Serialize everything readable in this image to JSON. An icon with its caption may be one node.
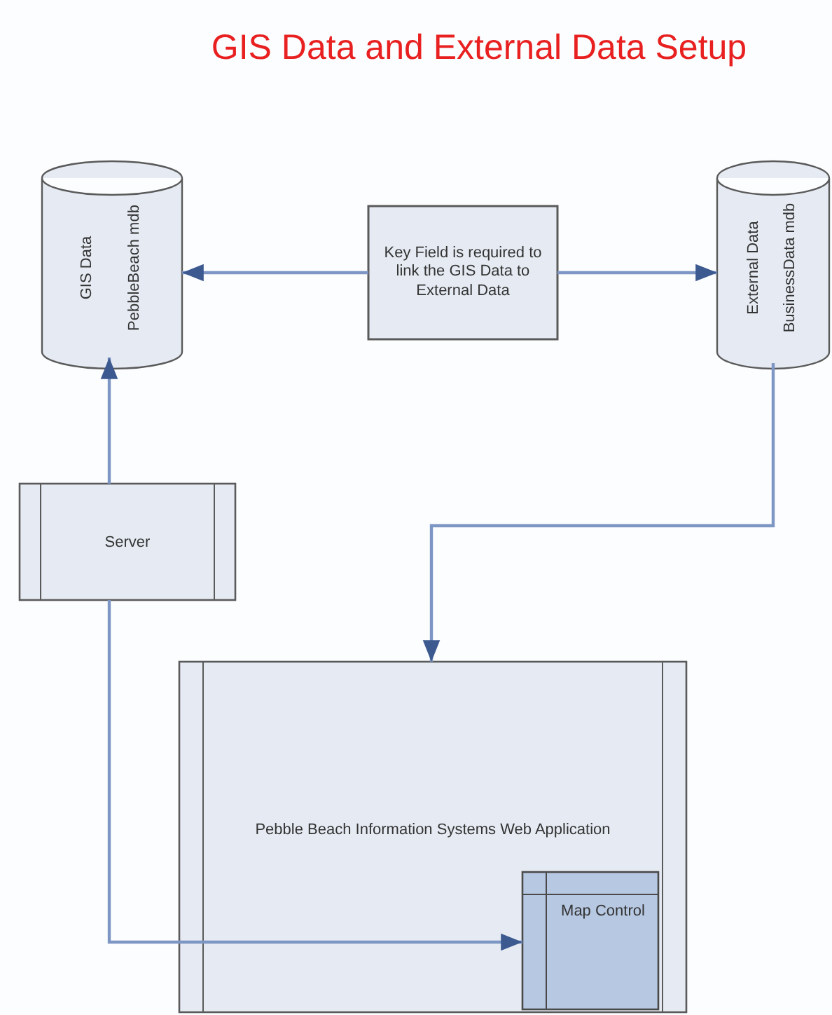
{
  "diagram": {
    "title": "GIS Data and External Data Setup",
    "nodes": [
      {
        "text": [
          "GIS Data",
          "PebbleBeach mdb"
        ]
      },
      {
        "text": [
          "Key Field is required to link the GIS Data to External Data"
        ]
      },
      {
        "text": [
          "External Data",
          "BusinessData mdb"
        ]
      },
      {
        "text": [
          "Server"
        ]
      },
      {
        "text": [
          "Pebble Beach Information Systems Web Application"
        ]
      },
      {
        "text": [
          "Map Control"
        ],
        "in": 4
      }
    ],
    "edges": [
      {
        "from": 1,
        "to": 0,
        "arrow": "to"
      },
      {
        "from": 1,
        "to": 2,
        "arrow": "to"
      },
      {
        "from": 3,
        "to": 0,
        "arrow": "to"
      },
      {
        "from": 2,
        "to": 4,
        "arrow": "to"
      },
      {
        "from": 3,
        "to": 5,
        "arrow": "to"
      }
    ]
  }
}
